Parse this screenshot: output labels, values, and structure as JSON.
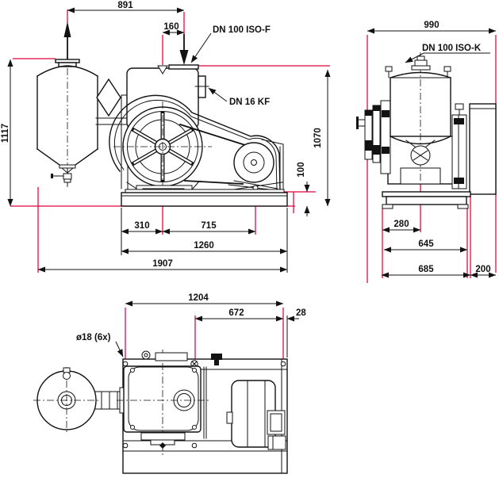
{
  "colors": {
    "line": "#121212",
    "dimension_reference": "#e2003d",
    "background": "#ffffff"
  },
  "views": {
    "front": {
      "dims": {
        "top_span": "891",
        "inlet_offset": "160",
        "total_height": "1117",
        "inlet_height": "1070",
        "base_height": "100",
        "flywheel_offset": "310",
        "pulley_spacing": "715",
        "base_length": "1260",
        "total_length": "1907"
      },
      "labels": {
        "inlet_flange": "DN 100 ISO-F",
        "small_flange": "DN 16 KF"
      }
    },
    "side": {
      "dims": {
        "total_width": "990",
        "center_offset": "280",
        "foot_span": "645",
        "base_width": "685",
        "motor_overhang": "200"
      },
      "labels": {
        "inlet_flange": "DN 100 ISO-K"
      }
    },
    "top": {
      "dims": {
        "hole_span_long": "1204",
        "hole_span_motor": "672",
        "edge_offset": "28"
      },
      "labels": {
        "mounting_holes": "ø18 (6x)"
      }
    }
  }
}
